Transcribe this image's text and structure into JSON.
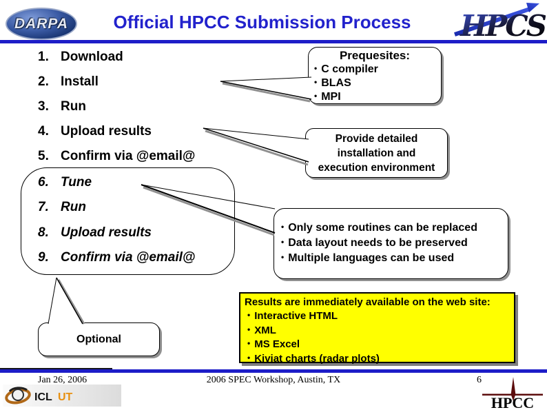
{
  "header": {
    "title": "Official HPCC Submission Process",
    "darpa_label": "DARPA",
    "hpcs_label": "HPCS"
  },
  "steps": [
    {
      "num": "1.",
      "label": "Download"
    },
    {
      "num": "2.",
      "label": "Install"
    },
    {
      "num": "3.",
      "label": "Run"
    },
    {
      "num": "4.",
      "label": "Upload results"
    },
    {
      "num": "5.",
      "label": "Confirm via @email@"
    },
    {
      "num": "6.",
      "label": "Tune"
    },
    {
      "num": "7.",
      "label": "Run"
    },
    {
      "num": "8.",
      "label": "Upload results"
    },
    {
      "num": "9.",
      "label": "Confirm via @email@"
    }
  ],
  "callouts": {
    "prerequisites": {
      "title": "Prequesites:",
      "items": [
        "C compiler",
        "BLAS",
        "MPI"
      ]
    },
    "provide": {
      "lines": [
        "Provide detailed",
        "installation and",
        "execution environment"
      ]
    },
    "replace": {
      "items": [
        "Only some routines can be replaced",
        "Data layout needs to be preserved",
        "Multiple languages can be used"
      ]
    },
    "results": {
      "title": "Results are immediately available on the web site:",
      "items": [
        "Interactive HTML",
        "XML",
        "MS Excel",
        "Kiviat charts (radar plots)"
      ]
    },
    "optional": {
      "label": "Optional"
    }
  },
  "footer": {
    "date": "Jan 26, 2006",
    "center": "2006 SPEC Workshop, Austin, TX",
    "page": "6",
    "icl_label": "ICL",
    "ut_label": "UT",
    "hpcc_label": "HPCC"
  },
  "colors": {
    "title_blue": "#2222cc",
    "divider_blue": "#1d1dc8",
    "highlight_yellow": "#ffff00",
    "shadow_gray": "#909090",
    "hpcc_red": "#5c0d0d",
    "ut_orange": "#e89010"
  }
}
